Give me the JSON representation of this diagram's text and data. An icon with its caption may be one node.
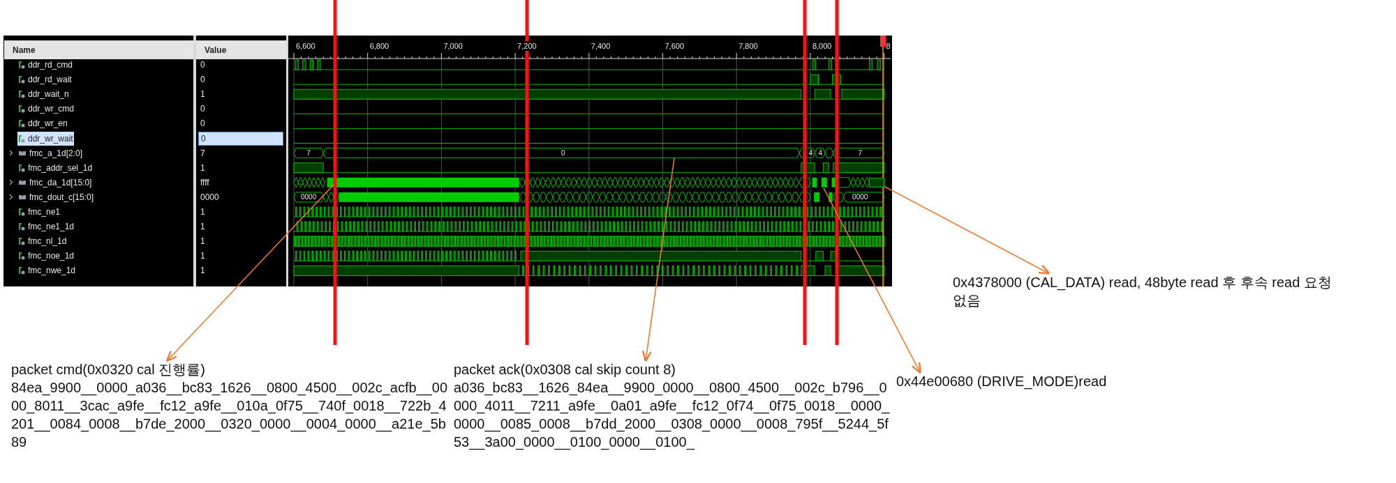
{
  "diagram": {
    "nodes": [
      {
        "text": [
          "packet cmd(0x0320 cal 진행률)",
          "84ea_9900__0000_a036__bc83_1626__0800_4500__002c_acfb__0000_8011__3cac_a9fe__fc12_a9fe__010a_0f75__740f_0018__722b_4201__0084_0008__b7de_2000__0320_0000__0004_0000__a21e_5b89"
        ]
      },
      {
        "text": [
          "packet ack(0x0308 cal skip count 8)",
          "a036_bc83__1626_84ea__9900_0000__0800_4500__002c_b796__0000_4011__7211_a9fe__0a01_a9fe__fc12_0f74__0f75_0018__0000_0000__0085_0008__b7dd_2000__0308_0000__0008_795f__5244_5f53__3a00_0000__0100_0000__0100_"
        ]
      },
      {
        "text": [
          "0x4378000 (CAL_DATA) read, 48byte read 후 후속 read 요청 없음"
        ]
      },
      {
        "text": [
          "0x44e00680 (DRIVE_MODE)read"
        ]
      },
      {
        "text": [],
        "shape": "box"
      }
    ],
    "edges": [
      {
        "from": null,
        "to": 0,
        "arrow": "to"
      },
      {
        "from": null,
        "to": 1,
        "arrow": "to"
      },
      {
        "from": 4,
        "to": 2,
        "arrow": "to"
      },
      {
        "from": null,
        "to": 3,
        "arrow": "to"
      }
    ],
    "labels": [
      "Name",
      "Value",
      "ddr_rd_cmd",
      "0",
      "ddr_rd_wait",
      "0",
      "ddr_wait_n",
      "1",
      "ddr_wr_cmd",
      "0",
      "ddr_wr_en",
      "0",
      "ddr_wr_wait",
      "0",
      "fmc_a_1d[2:0]",
      "7",
      "fmc_addr_sel_1d",
      "1",
      "fmc_da_1d[15:0]",
      "ffff",
      "fmc_dout_c[15:0]",
      "0000",
      "fmc_ne1",
      "1",
      "fmc_ne1_1d",
      "1",
      "fmc_nl_1d",
      "1",
      "fmc_noe_1d",
      "1",
      "fmc_nwe_1d",
      "1",
      "6,600",
      "6,800",
      "7,000",
      "7,200",
      "7,400",
      "7,600",
      "7,800",
      "8,000",
      "8",
      "7",
      "0",
      "4",
      "4",
      "7",
      "0000",
      "0000"
    ]
  }
}
